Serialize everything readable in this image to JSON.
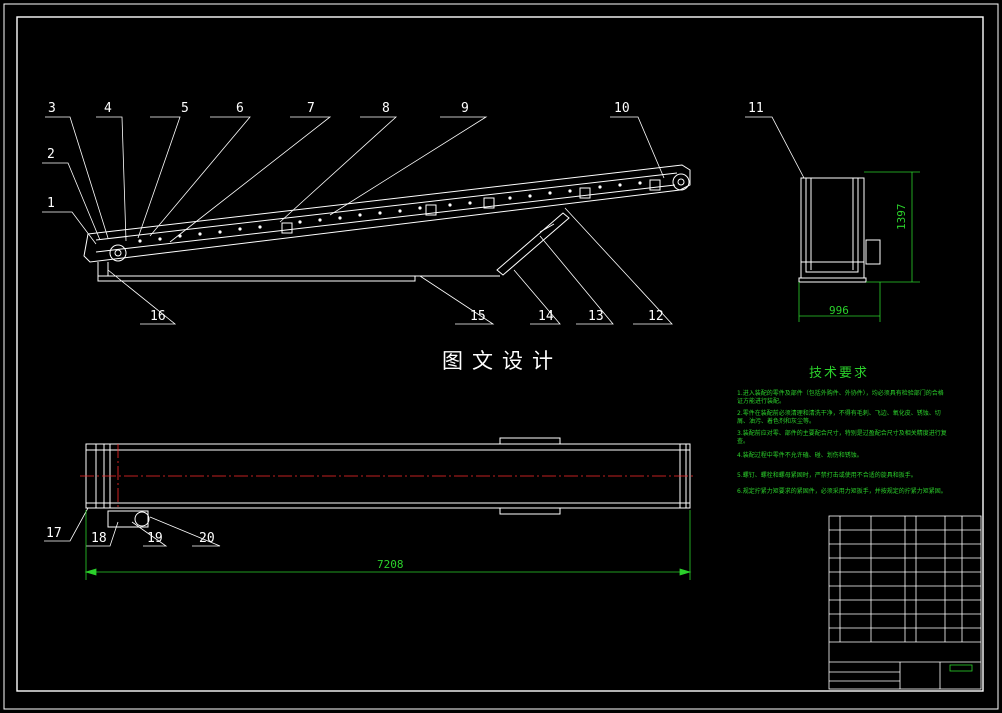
{
  "drawing": {
    "title": "图文设计",
    "part_numbers": [
      "1",
      "2",
      "3",
      "4",
      "5",
      "6",
      "7",
      "8",
      "9",
      "10",
      "11",
      "12",
      "13",
      "14",
      "15",
      "16",
      "17",
      "18",
      "19",
      "20"
    ],
    "dimensions": {
      "side_height": "1397",
      "side_width": "996",
      "total_length": "7208"
    },
    "tech_requirements": {
      "title": "技术要求",
      "notes": [
        "1.进入装配的零件及部件（包括外购件、外协件），均必须具有检验部门的合格证方能进行装配。",
        "2.零件在装配前必须清理和清洗干净，不得有毛刺、飞边、氧化皮、锈蚀、切屑、油污、着色剂和灰尘等。",
        "3.装配前应对零、部件的主要配合尺寸，特别是过盈配合尺寸及相关精度进行复查。",
        "4.装配过程中零件不允许磕、碰、划伤和锈蚀。",
        "5.螺钉、螺栓和螺母紧固时，严禁打击或使用不合适的旋具和扳手。",
        "6.规定拧紧力矩要求的紧固件，必须采用力矩扳手，并按规定的拧紧力矩紧固。"
      ]
    },
    "colors": {
      "background": "#000000",
      "lines": "#ffffff",
      "dimension": "#2bd12b",
      "centerline": "#ff2a2a",
      "leader": "#ffffff"
    }
  }
}
